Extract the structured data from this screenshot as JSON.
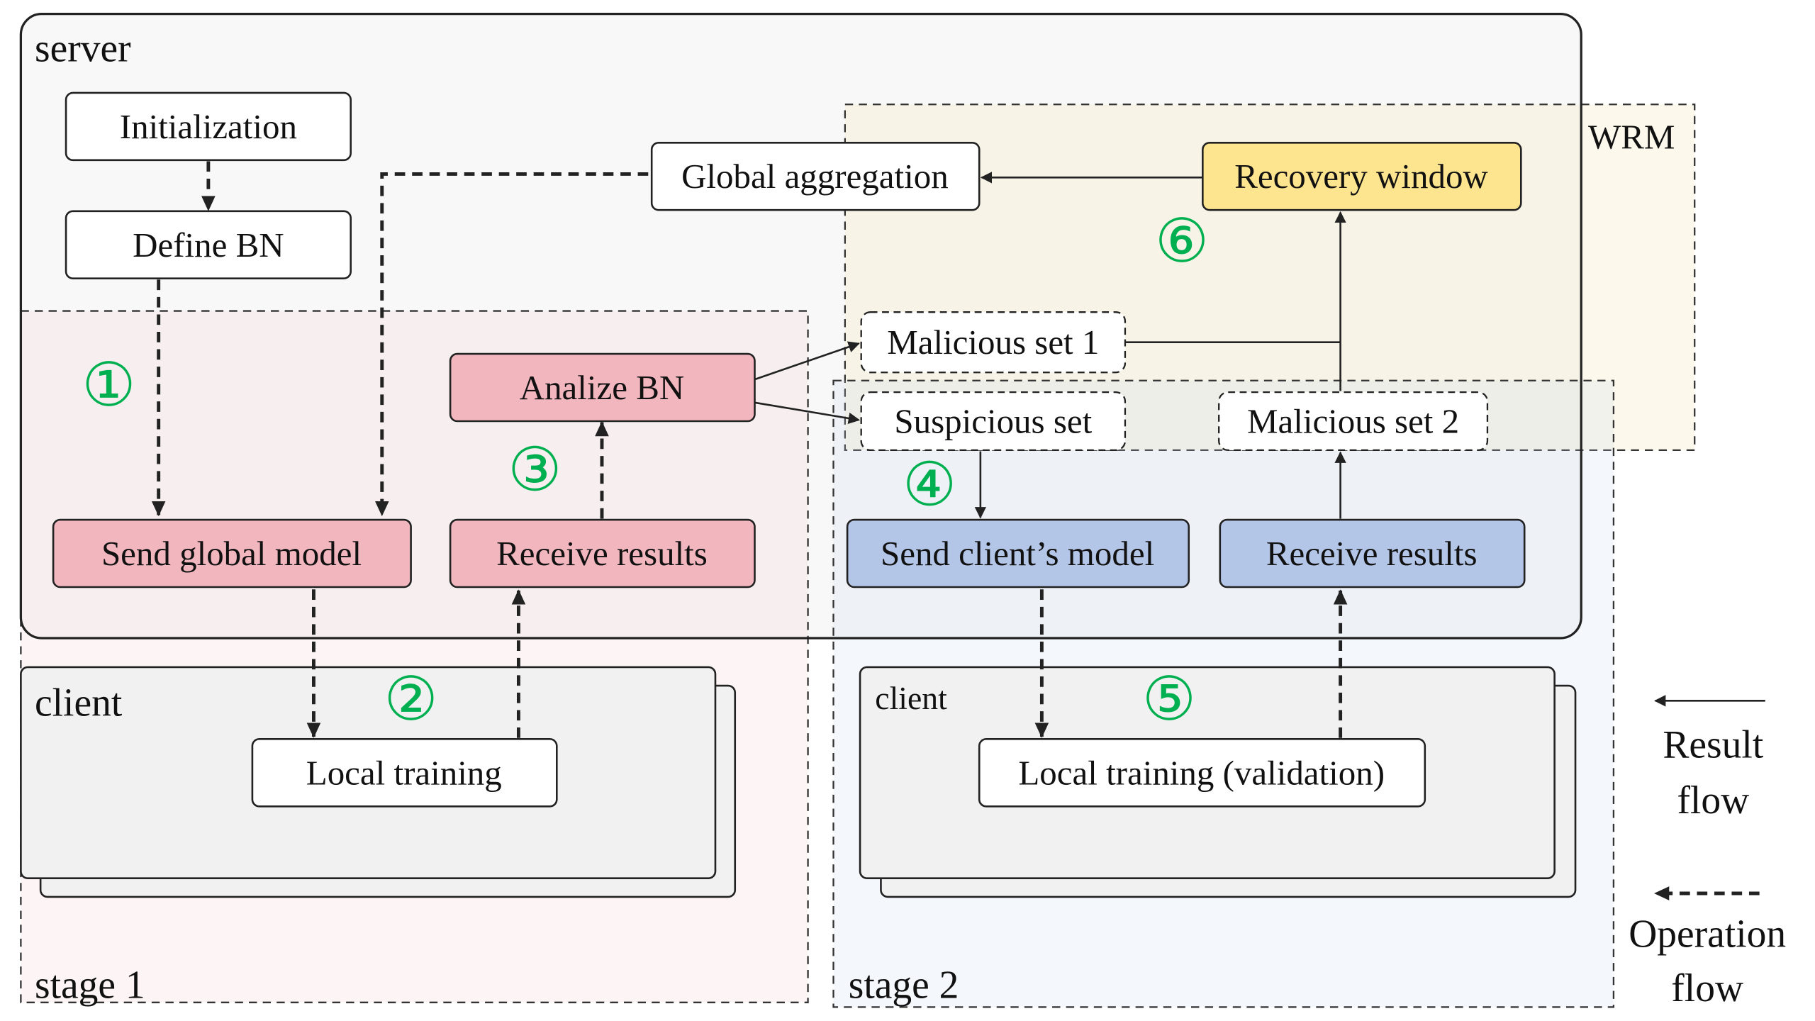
{
  "colors": {
    "pink": "#f2b6be",
    "blue": "#b4c6e7",
    "yellow": "#fde58f",
    "step_number": "#00b050"
  },
  "server": {
    "label": "server"
  },
  "client_left": {
    "label": "client"
  },
  "client_right": {
    "label": "client"
  },
  "stage1": {
    "label": "stage 1"
  },
  "stage2": {
    "label": "stage 2"
  },
  "wrm": {
    "label": "WRM"
  },
  "nodes": {
    "initialization": "Initialization",
    "define_bn": "Define BN",
    "global_aggregation": "Global aggregation",
    "recovery_window": "Recovery window",
    "malicious_set_1": "Malicious set 1",
    "suspicious_set": "Suspicious set",
    "malicious_set_2": "Malicious set 2",
    "analize_bn": "Analize BN",
    "send_global_model": "Send global model",
    "receive_results_1": "Receive results",
    "send_clients_model": "Send client’s model",
    "receive_results_2": "Receive results",
    "local_training": "Local training",
    "local_training_validation": "Local training (validation)"
  },
  "steps": [
    "①",
    "②",
    "③",
    "④",
    "⑤",
    "⑥"
  ],
  "legend": {
    "result_flow": [
      "Result",
      "flow"
    ],
    "operation_flow": [
      "Operation",
      "flow"
    ]
  }
}
